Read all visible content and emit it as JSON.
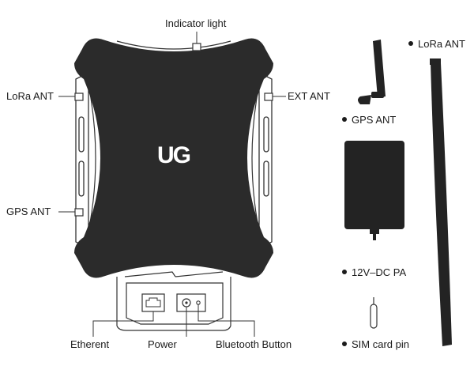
{
  "labels": {
    "indicator_light": "Indicator light",
    "lora_ant_left": "LoRa ANT",
    "ext_ant": "EXT ANT",
    "gps_ant_left": "GPS ANT",
    "etherent": "Etherent",
    "power": "Power",
    "bluetooth_button": "Bluetooth Button",
    "lora_ant_right": "LoRa ANT",
    "gps_ant_right": "GPS ANT",
    "power_adapter": "12V–DC PA",
    "sim_card_pin": "SIM card pin"
  },
  "logo_text": "UG",
  "colors": {
    "device_body": "#2b2b2b",
    "device_outline": "#333333",
    "accessory": "#232323"
  }
}
